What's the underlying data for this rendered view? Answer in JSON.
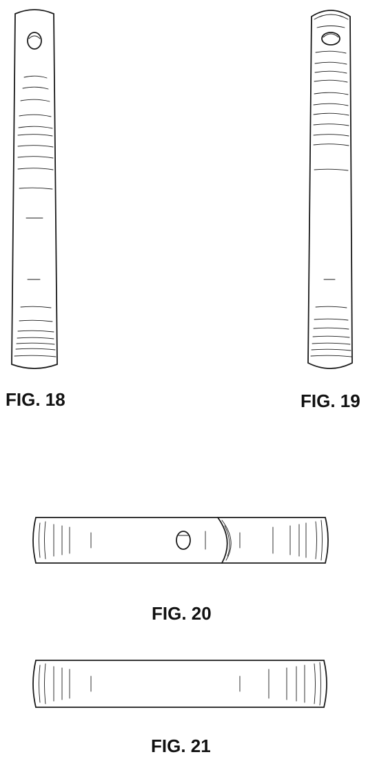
{
  "figures": [
    {
      "id": "fig18",
      "label": "FIG. 18"
    },
    {
      "id": "fig19",
      "label": "FIG. 19"
    },
    {
      "id": "fig20",
      "label": "FIG. 20"
    },
    {
      "id": "fig21",
      "label": "FIG. 21"
    }
  ],
  "colors": {
    "line": "#1a1a1a",
    "background": "#ffffff"
  }
}
